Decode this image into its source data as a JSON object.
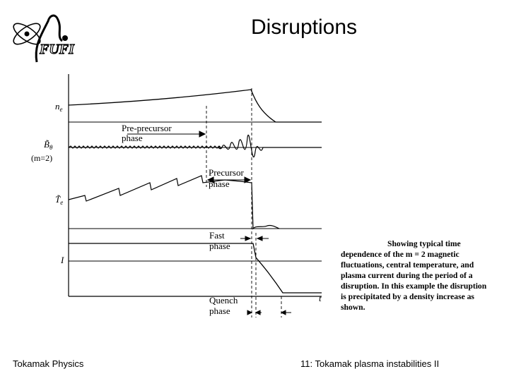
{
  "slide": {
    "title": "Disruptions",
    "footer_left": "Tokamak Physics",
    "footer_right": "11: Tokamak plasma instabilities II"
  },
  "logo": {
    "text": "FUFI",
    "icon": "fusion-atom-logo"
  },
  "diagram": {
    "y_labels": {
      "ne": "n",
      "ne_sub": "e",
      "btheta": "B̃",
      "btheta_sub": "θ",
      "mode": "(m=2)",
      "te": "T̃",
      "te_sub": "e",
      "current": "I"
    },
    "x_label": "t",
    "phases": {
      "pre_precursor_1": "Pre-precursor",
      "pre_precursor_2": "phase",
      "precursor_1": "Precursor",
      "precursor_2": "phase",
      "fast_1": "Fast",
      "fast_2": "phase",
      "quench_1": "Quench",
      "quench_2": "phase"
    }
  },
  "caption": {
    "line1": "Showing typical time",
    "line2": "dependence of the m = 2 magnetic",
    "line3": "fluctuations, central temperature, and",
    "line4": "plasma current during the period of a",
    "line5": "disruption. In this example the disruption",
    "line6": "is precipitated by a density increase as",
    "line7": "shown."
  }
}
